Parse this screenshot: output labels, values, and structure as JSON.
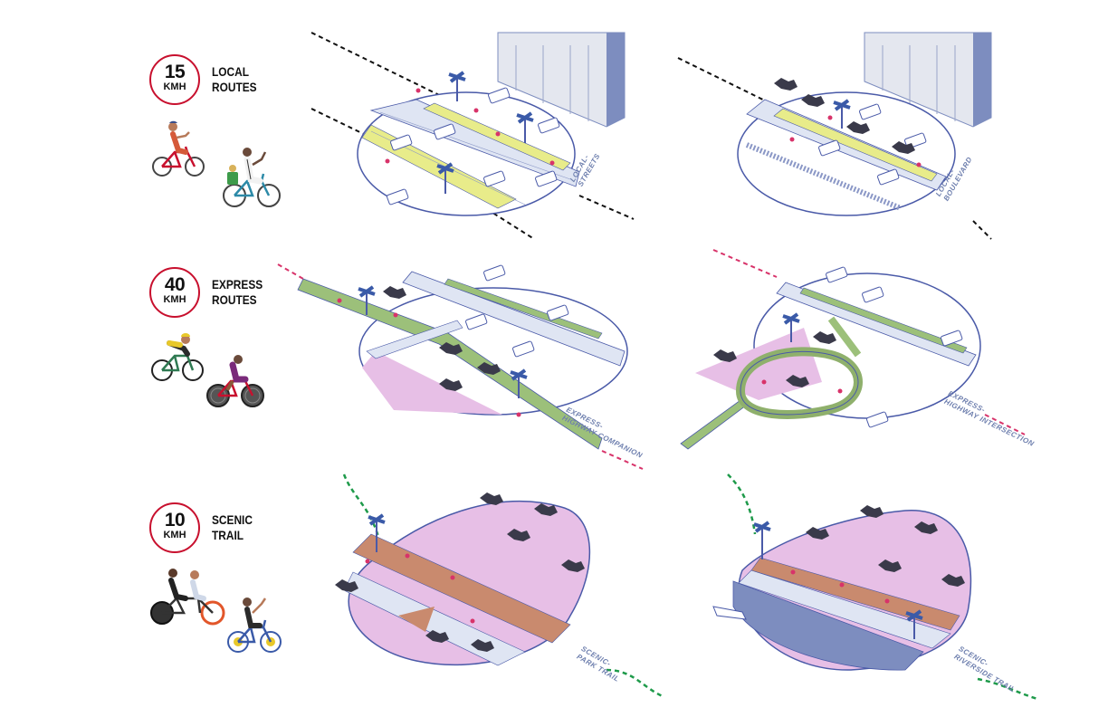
{
  "rows": [
    {
      "speed": "15",
      "unit": "KMH",
      "title_line1": "LOCAL",
      "title_line2": "ROUTES"
    },
    {
      "speed": "40",
      "unit": "KMH",
      "title_line1": "EXPRESS",
      "title_line2": "ROUTES"
    },
    {
      "speed": "10",
      "unit": "KMH",
      "title_line1": "SCENIC",
      "title_line2": "TRAIL"
    }
  ],
  "captions": {
    "local_streets": {
      "line1": "LOCAL-",
      "line2": "STREETS"
    },
    "local_boulevard": {
      "line1": "LOCAL-",
      "line2": "BOULEVARD"
    },
    "express_companion": {
      "line1": "EXPRESS-",
      "line2": "HIGHWAY COMPANION"
    },
    "express_intersection": {
      "line1": "EXPRESS-",
      "line2": "HIGHWAY INTERSECTION"
    },
    "scenic_park": {
      "line1": "SCENIC-",
      "line2": "PARK TRAIL"
    },
    "scenic_riverside": {
      "line1": "SCENIC-",
      "line2": "RIVERSIDE TRAIL"
    }
  },
  "colors": {
    "badge_ring": "#c8102e",
    "outline_blue": "#4a5aa8",
    "road_blue": "#dfe5f3",
    "bike_lane_yellow": "#e8ec8a",
    "express_green": "#9cc07a",
    "park_pink": "#e7bfe6",
    "trail_terracotta": "#c98a6e",
    "river_blue": "#7d8dbf",
    "black_dash": "#111111",
    "red_dash": "#d8336a",
    "green_dash": "#1e9a4a",
    "caption_blue": "#6e7fae"
  },
  "icons": [
    "cyclist-icon",
    "tree-icon",
    "car-icon",
    "building-icon",
    "street-light-icon"
  ]
}
